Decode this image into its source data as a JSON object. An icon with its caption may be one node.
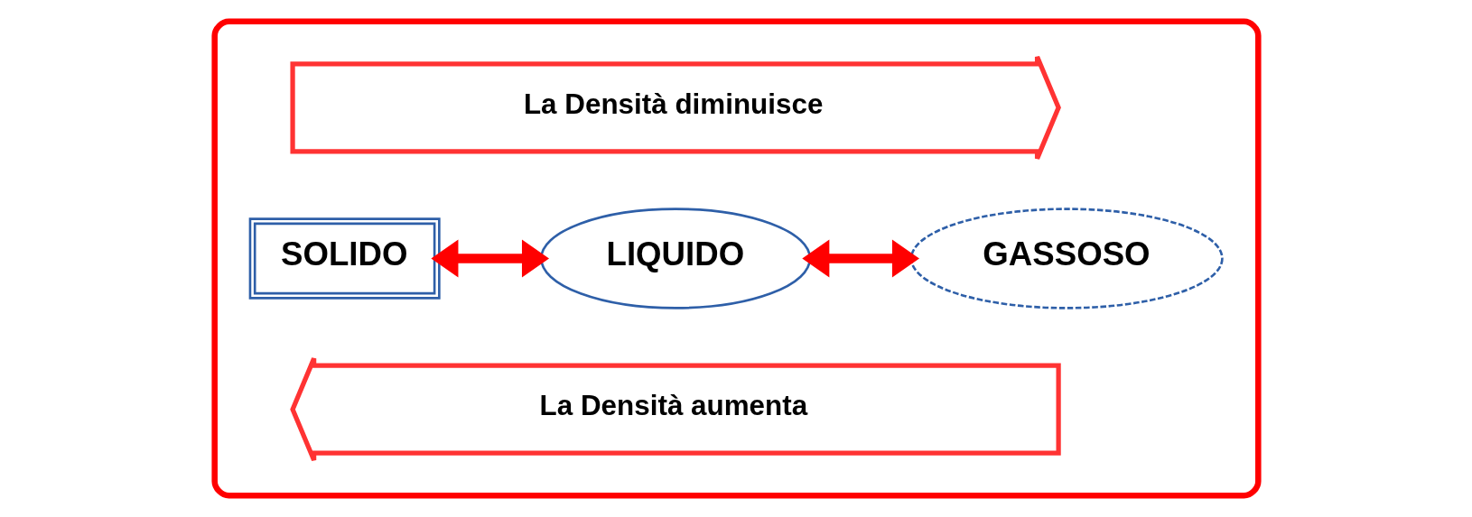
{
  "diagram": {
    "nodes": [
      {
        "text": [],
        "shape": "box"
      },
      {
        "text": [
          "La Densità diminuisce"
        ],
        "in": 0
      },
      {
        "text": [
          "SOLIDO"
        ],
        "in": 0
      },
      {
        "text": [
          "LIQUIDO"
        ],
        "in": 0
      },
      {
        "text": [
          "GASSOSO"
        ],
        "in": 0
      },
      {
        "text": [
          "La Densità aumenta"
        ],
        "in": 0
      }
    ],
    "edges": [
      {
        "from": 2,
        "to": 3,
        "arrow": "both"
      },
      {
        "from": 3,
        "to": 4,
        "arrow": "both"
      }
    ]
  }
}
